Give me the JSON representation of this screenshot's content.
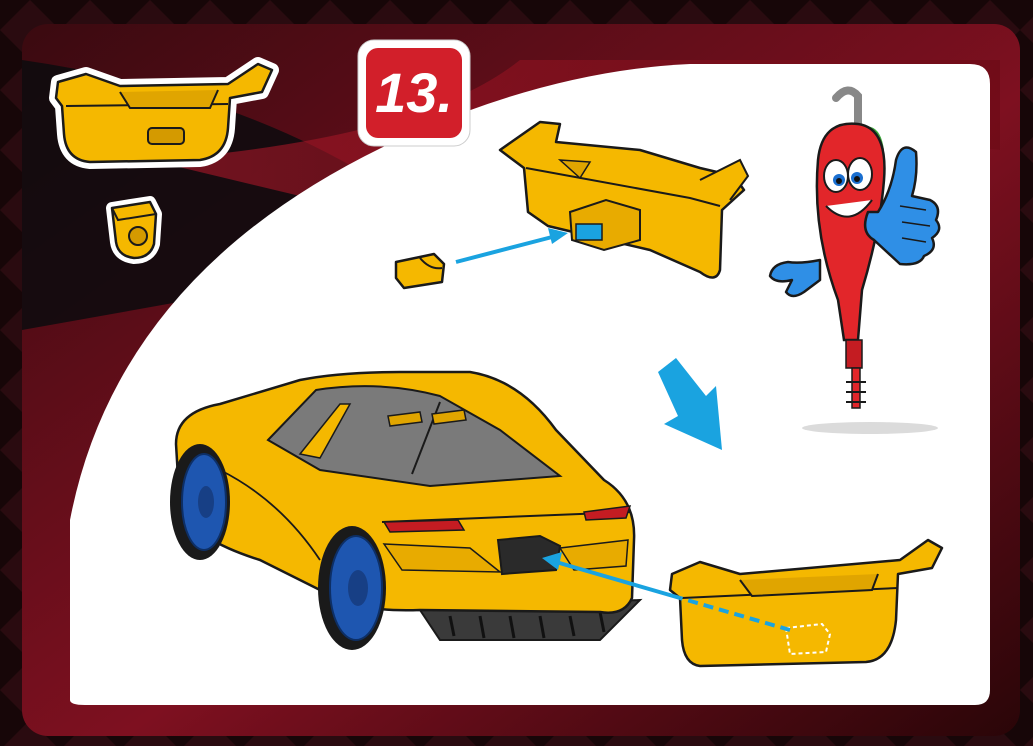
{
  "step": {
    "number": "13."
  },
  "colors": {
    "frame_dark": "#1a0a0c",
    "frame_red": "#8c1020",
    "panel": "#ffffff",
    "part_yellow": "#f5b800",
    "outline": "#1a1a1a",
    "arrow_blue": "#1aa3e0",
    "wheel_blue": "#1e56b0",
    "badge_red": "#d21f2a",
    "mascot_red": "#e2262a",
    "glove_blue": "#2f8fe6"
  },
  "icons": {
    "parts_list": [
      "spoiler-part",
      "connector-part"
    ],
    "mascot": "chili-screwdriver-mascot",
    "thumbs_up": "thumbs-up-glove"
  }
}
